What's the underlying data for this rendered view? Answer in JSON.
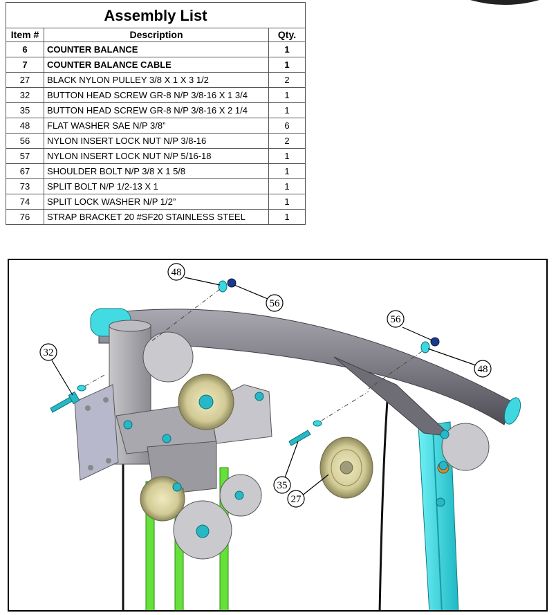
{
  "table": {
    "title": "Assembly List",
    "headers": {
      "item": "Item #",
      "description": "Description",
      "qty": "Qty."
    },
    "rows": [
      {
        "item": "6",
        "description": "COUNTER BALANCE",
        "qty": "1",
        "bold": true
      },
      {
        "item": "7",
        "description": "COUNTER BALANCE CABLE",
        "qty": "1",
        "bold": true
      },
      {
        "item": "27",
        "description": "BLACK NYLON PULLEY 3/8 X 1 X 3 1/2",
        "qty": "2",
        "bold": false
      },
      {
        "item": "32",
        "description": "BUTTON HEAD SCREW GR-8 N/P 3/8-16 X 1 3/4",
        "qty": "1",
        "bold": false
      },
      {
        "item": "35",
        "description": "BUTTON HEAD SCREW GR-8 N/P 3/8-16 X 2 1/4",
        "qty": "1",
        "bold": false
      },
      {
        "item": "48",
        "description": "FLAT WASHER SAE N/P 3/8”",
        "qty": "6",
        "bold": false
      },
      {
        "item": "56",
        "description": "NYLON INSERT LOCK NUT N/P 3/8-16",
        "qty": "2",
        "bold": false
      },
      {
        "item": "57",
        "description": "NYLON INSERT LOCK NUT N/P 5/16-18",
        "qty": "1",
        "bold": false
      },
      {
        "item": "67",
        "description": "SHOULDER BOLT N/P 3/8 X 1 5/8",
        "qty": "1",
        "bold": false
      },
      {
        "item": "73",
        "description": "SPLIT BOLT N/P 1/2-13 X 1",
        "qty": "1",
        "bold": false
      },
      {
        "item": "74",
        "description": "SPLIT LOCK WASHER N/P 1/2”",
        "qty": "1",
        "bold": false
      },
      {
        "item": "76",
        "description": "STRAP BRACKET 20 #SF20 STAINLESS STEEL",
        "qty": "1",
        "bold": false
      }
    ]
  },
  "diagram": {
    "callouts": {
      "washer_top": "48",
      "nut_top": "56",
      "screw_left": "32",
      "nut_right": "56",
      "washer_right": "48",
      "screw_front": "35",
      "pulley_front": "27"
    },
    "colors": {
      "frame_gray": "#8e8d94",
      "frame_dark": "#5f5e66",
      "cyan": "#3ad8e0",
      "green": "#66e03a",
      "pulley": "#d8d2a0",
      "bolt": "#27b8c6",
      "plate": "#b7b8cc"
    }
  }
}
